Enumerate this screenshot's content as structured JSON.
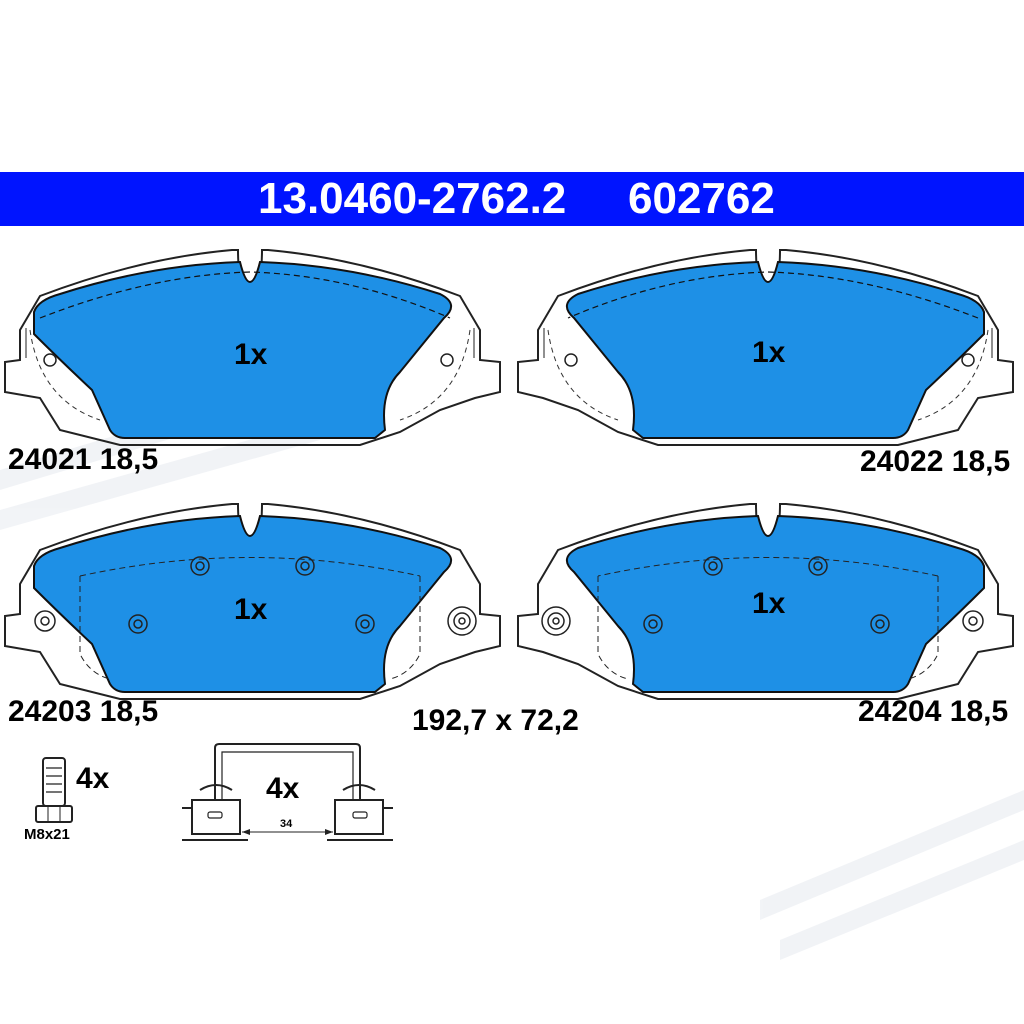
{
  "header": {
    "part_number": "13.0460-2762.2",
    "alt_number": "602762",
    "color": "#0014ff"
  },
  "pads": [
    {
      "qty": "1x",
      "part": "24021",
      "thickness": "18,5"
    },
    {
      "qty": "1x",
      "part": "24022",
      "thickness": "18,5"
    },
    {
      "qty": "1x",
      "part": "24203",
      "thickness": "18,5"
    },
    {
      "qty": "1x",
      "part": "24204",
      "thickness": "18,5"
    }
  ],
  "dimensions": "192,7 x 72,2",
  "accessories": {
    "bolt_qty": "4x",
    "bolt_size": "M8x21",
    "clip_qty": "4x",
    "clip_spacing": "34"
  },
  "colors": {
    "pad_fill": "#1e90e6",
    "outline": "#222222"
  }
}
